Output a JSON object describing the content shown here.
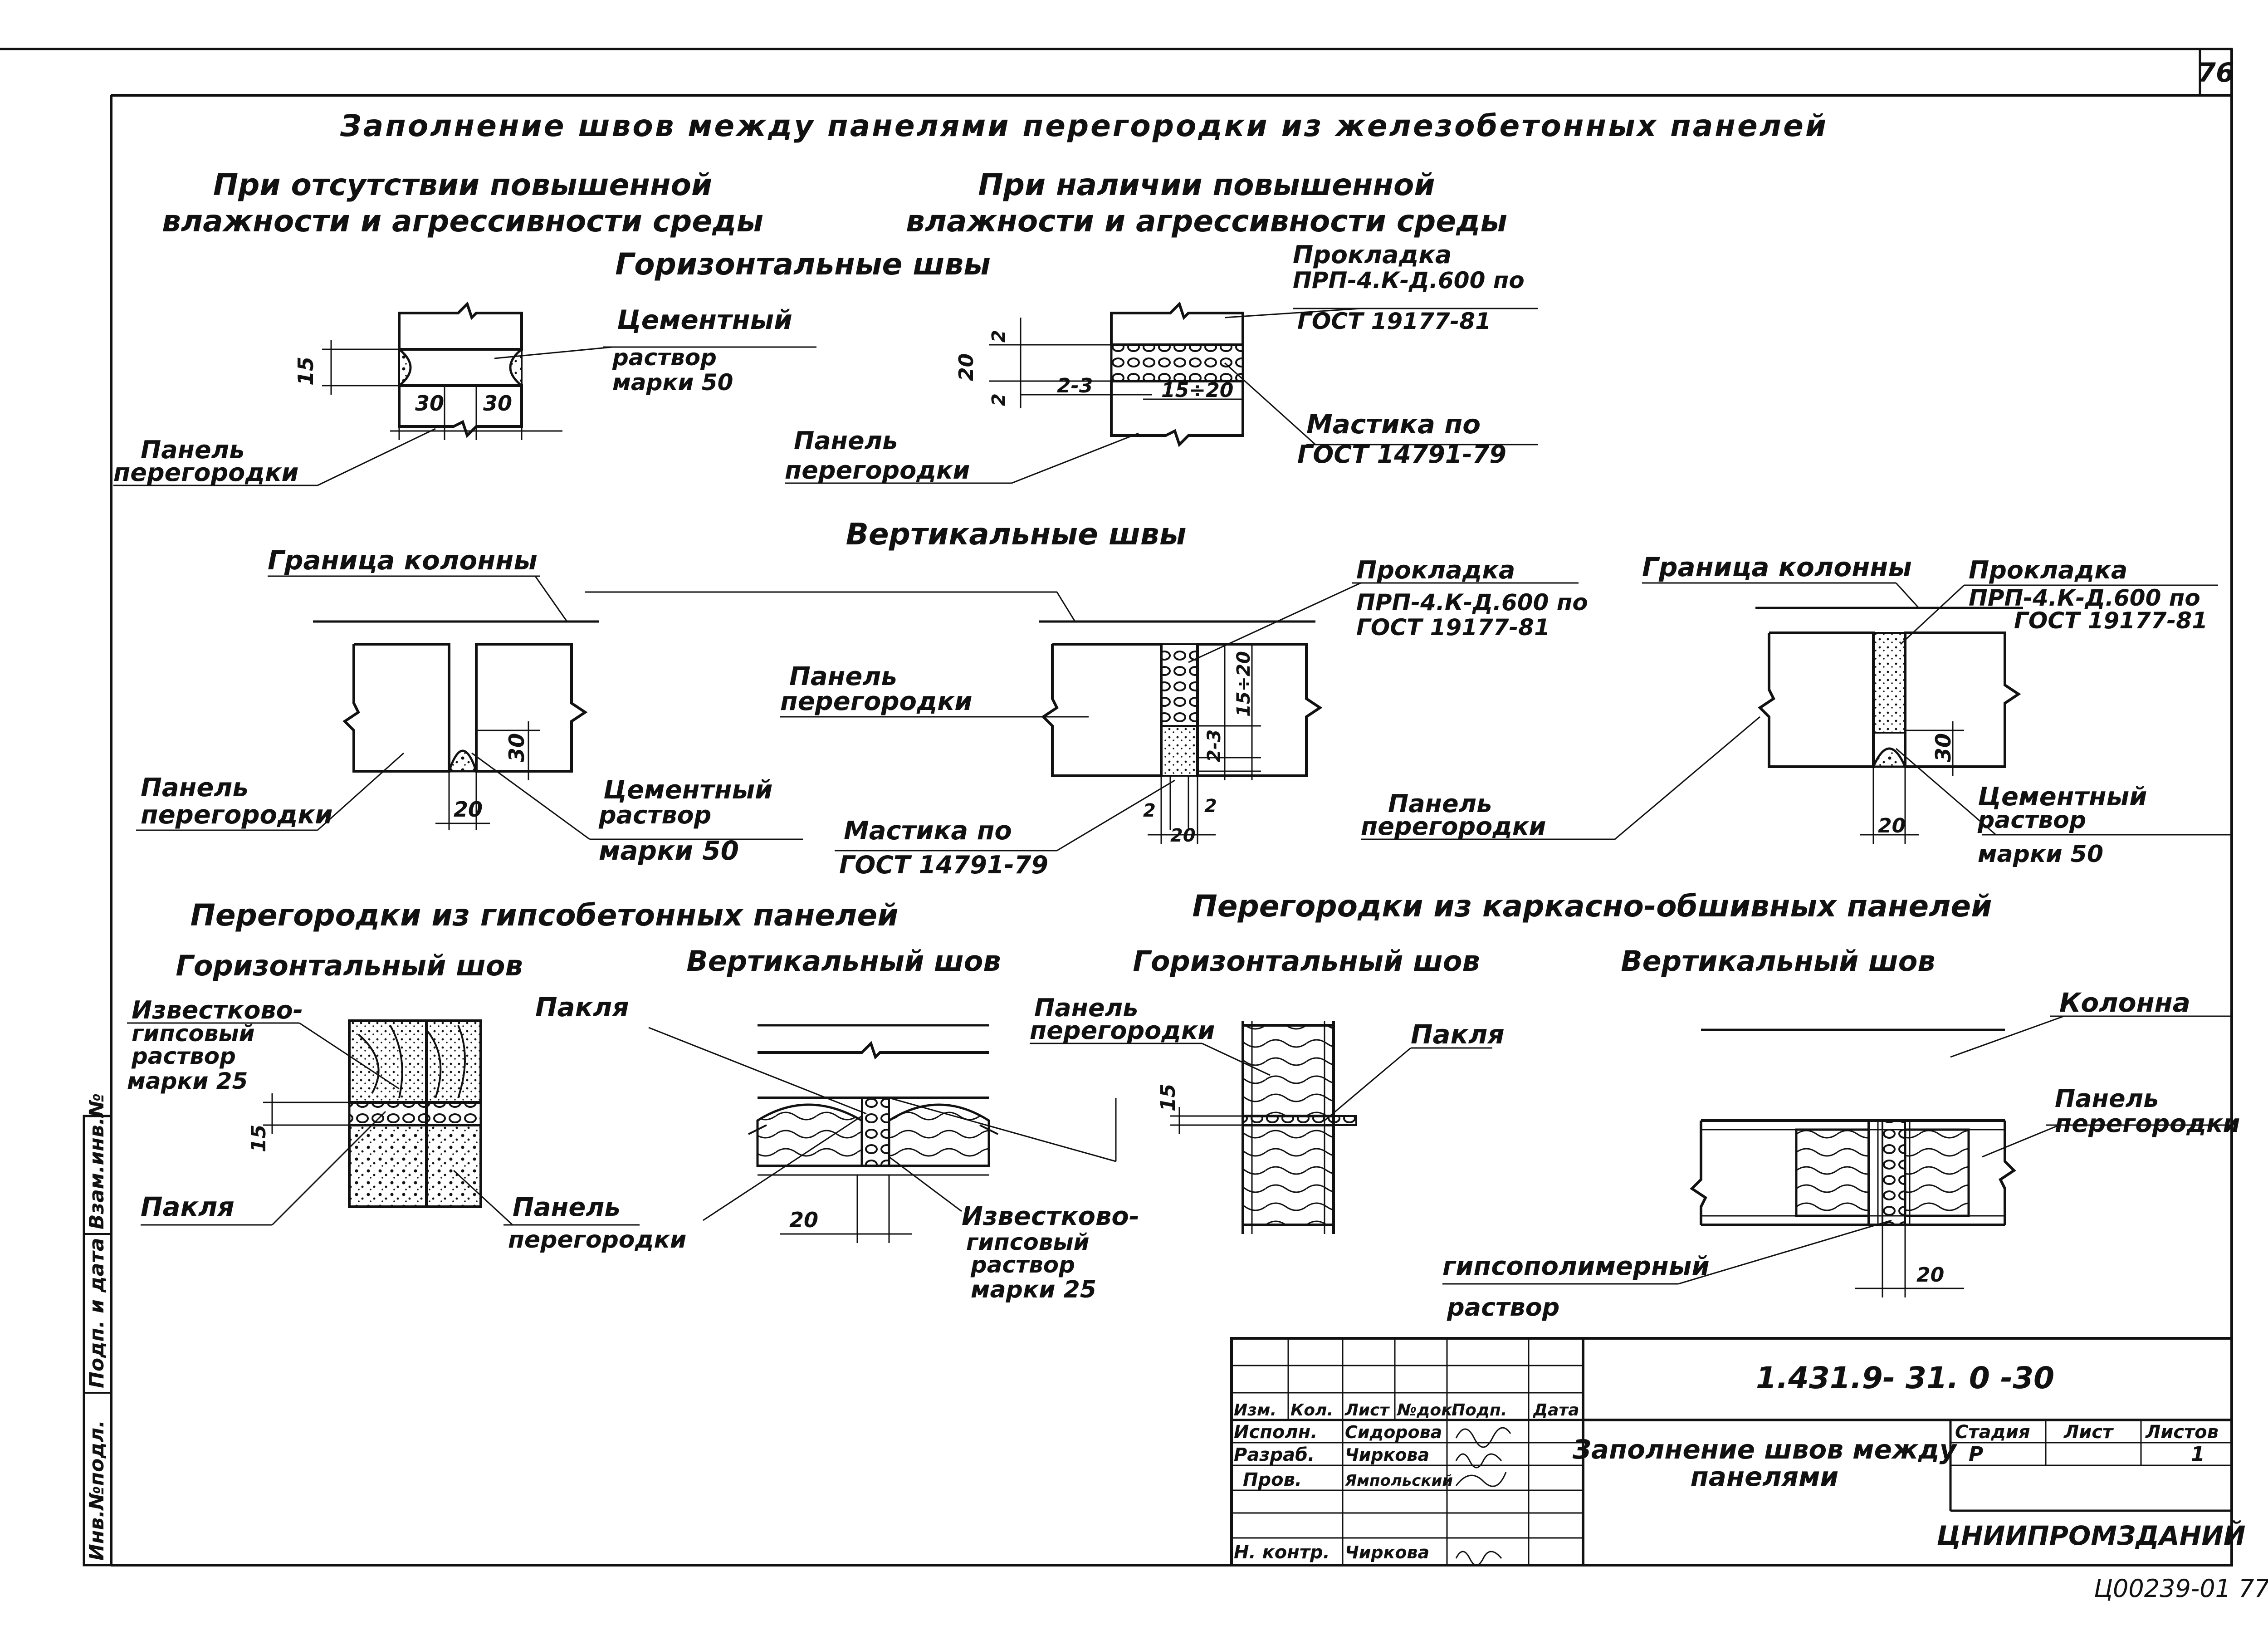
{
  "sheet": {
    "number": "76",
    "stamp": "Ц00239-01 77"
  },
  "title": "Заполнение швов между панелями перегородки из железобетонных панелей",
  "headings": {
    "left_condition": [
      "При отсутствии повышенной",
      "влажности и агрессивности среды"
    ],
    "right_condition": [
      "При наличии повышенной",
      "влажности и агрессивности среды"
    ],
    "horizontal_seams": "Горизонтальные швы",
    "vertical_seams": "Вертикальные швы",
    "gypsum_panels": "Перегородки из гипсобетонных панелей",
    "frame_panels": "Перегородки из каркасно-обшивных панелей",
    "gypsum_horizontal": "Горизонтальный шов",
    "gypsum_vertical": "Вертикальный шов",
    "frame_horizontal": "Горизонтальный шов",
    "frame_vertical": "Вертикальный шов"
  },
  "labels": {
    "cement_mortar": [
      "Цементный",
      "раствор",
      "марки 50"
    ],
    "panel": [
      "Панель",
      "перегородки"
    ],
    "gasket": [
      "Прокладка",
      "ПРП-4.К-Д.600 по",
      "ГОСТ 19177-81"
    ],
    "mastic": [
      "Мастика по",
      "ГОСТ 14791-79"
    ],
    "column_boundary": "Граница колонны",
    "lime_gypsum": [
      "Известково-",
      "гипсовый",
      "раствор",
      "марки 25"
    ],
    "tow": "Пакля",
    "gypsum_polymer": [
      "гипсополимерный",
      "раствор"
    ],
    "column": "Колонна"
  },
  "dimensions": {
    "d15": "15",
    "d30": "30",
    "d20": "20",
    "d2": "2",
    "d2_3": "2-3",
    "d15_20": "15÷20",
    "d2_3v": "2-3"
  },
  "title_block": {
    "code": "1.431.9- 31. 0  -30",
    "description": [
      "Заполнение швов между",
      "панелями"
    ],
    "organization": "ЦНИИПРОМЗДАНИЙ",
    "headers": [
      "Изм.",
      "Кол.",
      "Лист",
      "№док.",
      "Подп.",
      "Дата"
    ],
    "roles": [
      "Исполн.",
      "Разраб.",
      "Пров.",
      "Н. контр."
    ],
    "names": [
      "Сидорова",
      "Чиркова",
      "Ямпольский",
      "Чиркова"
    ],
    "stage_headers": [
      "Стадия",
      "Лист",
      "Листов"
    ],
    "stage_values": [
      "Р",
      "",
      "1"
    ]
  },
  "side_strip": [
    "Инв.№подл.",
    "Подп. и дата",
    "Взам.инв.№"
  ]
}
